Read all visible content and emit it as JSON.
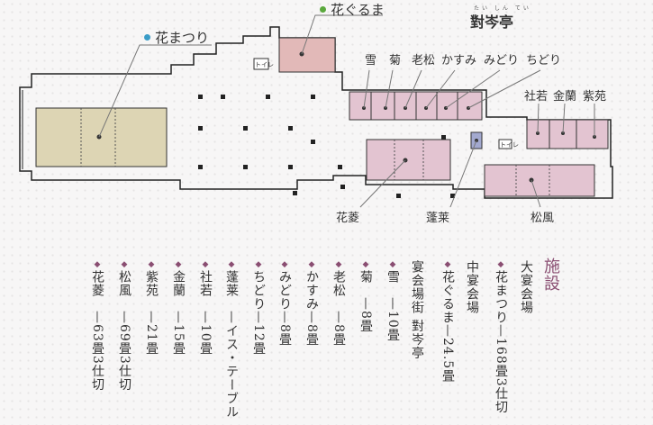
{
  "plan": {
    "title": "對岑亭",
    "title_ruby": "たい しん てい",
    "hanamatsuri": "花まつり",
    "hanaguruma": "花ぐるま",
    "rooms_top": [
      "雪",
      "菊",
      "老松",
      "かすみ",
      "みどり",
      "ちどり"
    ],
    "rooms_right": [
      "社若",
      "金蘭",
      "紫苑"
    ],
    "rooms_bottom": [
      "花菱",
      "蓬莱",
      "松風"
    ],
    "toilet": "トイレ",
    "colors": {
      "hanamatsuri": "#ddd5b4",
      "hanaguruma": "#e2b9b8",
      "rooms": "#e3c4d1",
      "horai": "#a3a9cf",
      "dot_blue": "#3a9cc7",
      "dot_green": "#5aa83c"
    }
  },
  "facilities": {
    "title": "施設",
    "large_hall": "大宴会場",
    "hanamatsuri": "花まつり—168畳3仕切",
    "medium_hall": "中宴会場",
    "hanaguruma": "花ぐるま—24.5畳",
    "street": "宴会場街 對岑亭",
    "items": [
      "雪　—10畳",
      "菊　—8畳",
      "老松　—8畳",
      "かすみ—8畳",
      "みどり—8畳",
      "ちどり—12畳",
      "蓬莱　—イス・テーブル",
      "社若　—10畳",
      "金蘭　—15畳",
      "紫苑　—21畳",
      "松風　—69畳3仕切",
      "花菱　—63畳3仕切"
    ]
  }
}
